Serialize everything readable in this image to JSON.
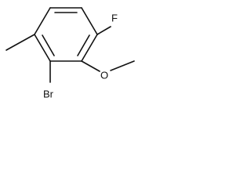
{
  "molecule": {
    "atoms": {
      "fluorine": "F",
      "oxygen": "O",
      "bromine": "Br"
    }
  }
}
